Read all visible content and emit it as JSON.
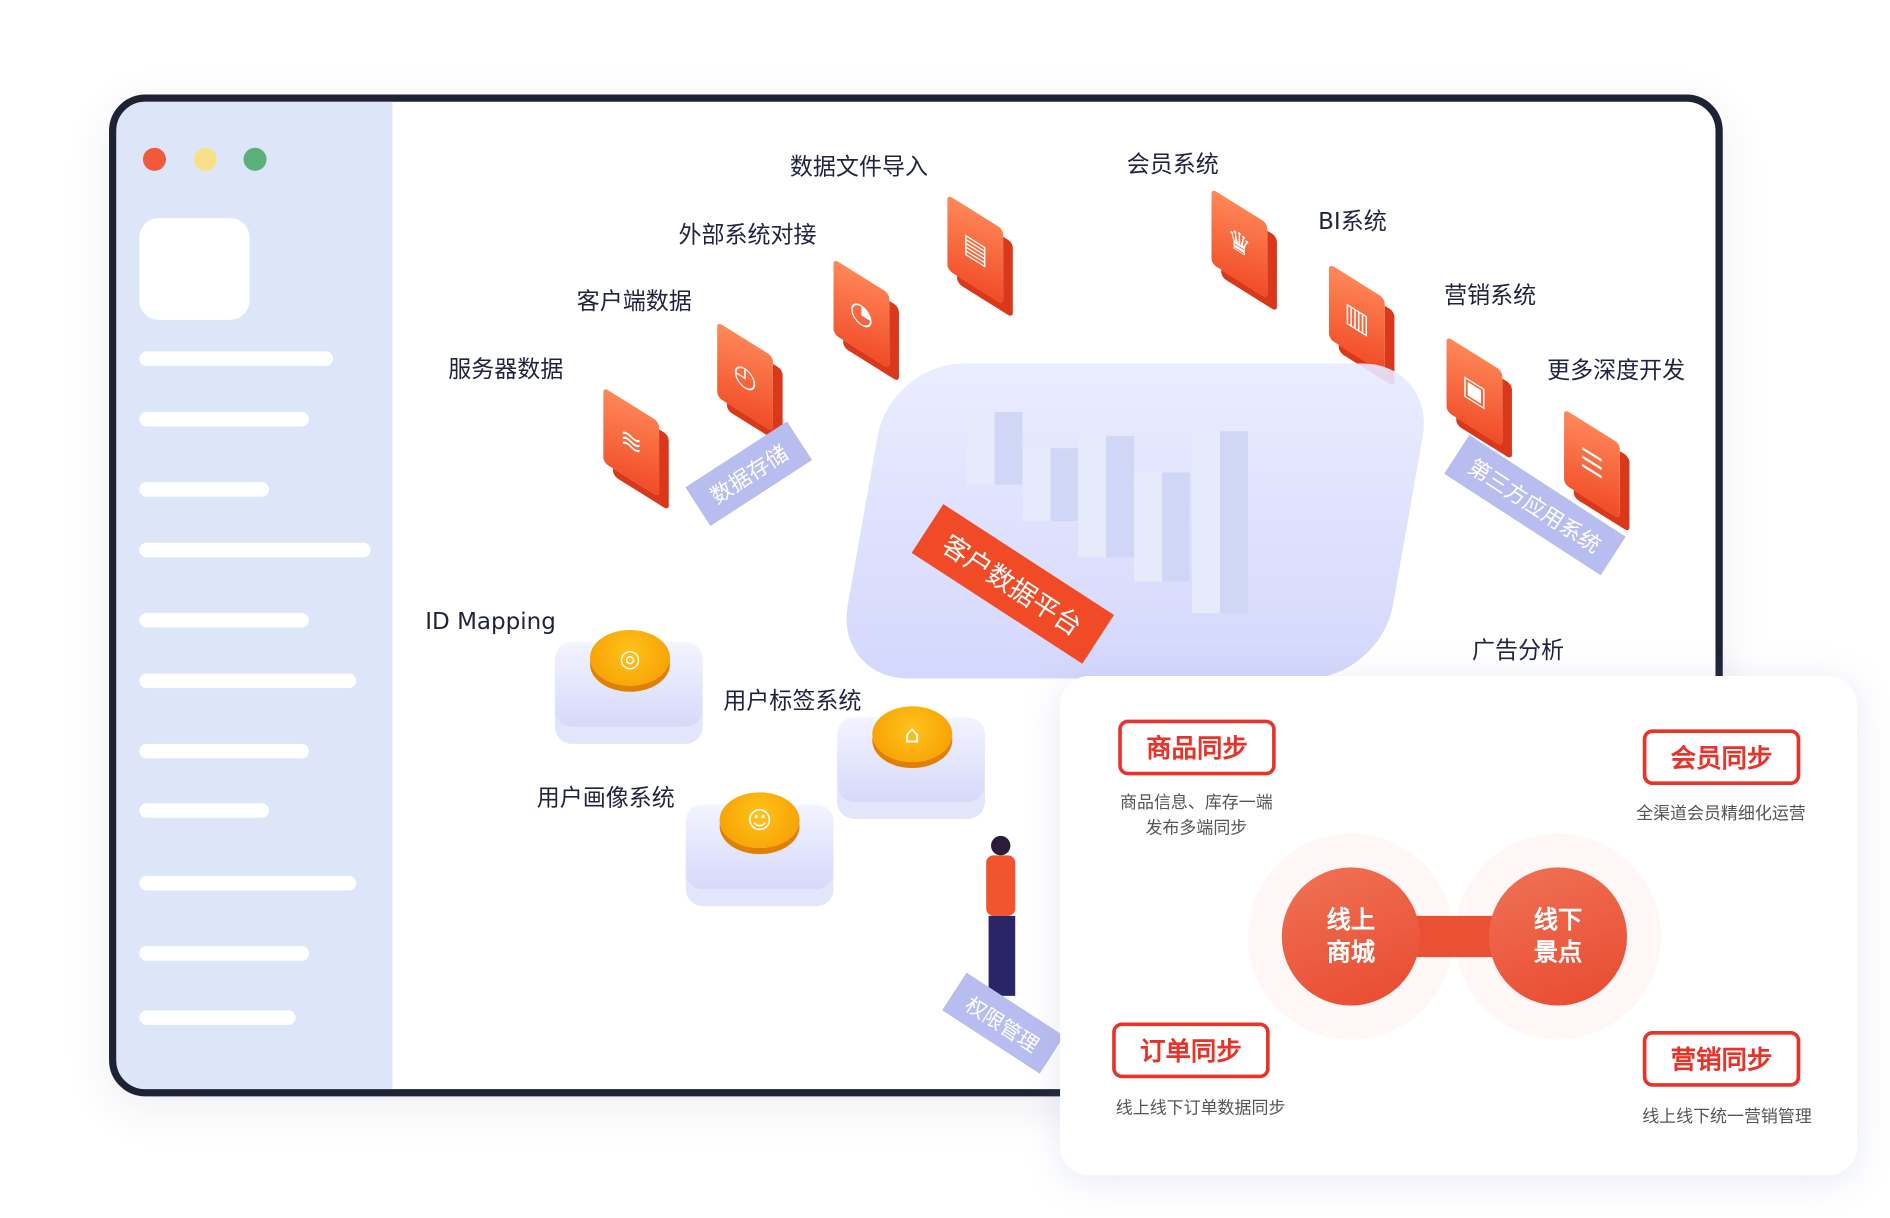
{
  "window": {
    "dots": {
      "close": "#f05a3a",
      "minimize": "#f8e08a",
      "maximize": "#5bb07a"
    }
  },
  "diagram": {
    "data_sources": [
      "数据文件导入",
      "外部系统对接",
      "客户端数据",
      "服务器数据"
    ],
    "data_storage_label": "数据存储",
    "apps": [
      "会员系统",
      "BI系统",
      "营销系统",
      "更多深度开发"
    ],
    "third_party_label": "第三方应用系统",
    "platform_label": "客户数据平台",
    "id_mapping": "ID Mapping",
    "user_tag_system": "用户标签系统",
    "user_profile_system": "用户画像系统",
    "ad_analysis": "广告分析",
    "permission_label": "权限管理"
  },
  "card": {
    "online": "线上\n商城",
    "offline": "线下\n景点",
    "features": [
      {
        "label": "商品同步",
        "desc": "商品信息、库存一端\n发布多端同步"
      },
      {
        "label": "会员同步",
        "desc": "全渠道会员精细化运营"
      },
      {
        "label": "订单同步",
        "desc": "线上线下订单数据同步"
      },
      {
        "label": "营销同步",
        "desc": "线上线下统一营销管理"
      }
    ]
  },
  "colors": {
    "accent": "#e8332a",
    "tile": "#f04a26",
    "sidebar": "#dce6f8",
    "frame": "#1e2235"
  }
}
